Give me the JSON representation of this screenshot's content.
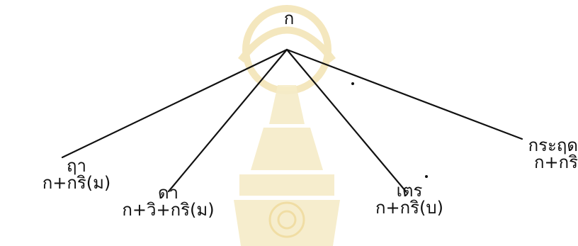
{
  "tree": {
    "root": "ก",
    "leaves": [
      {
        "word": "ฤา",
        "formula": "ก+กริ(ม)"
      },
      {
        "word": "ดา",
        "formula": "ก+วิ+กริ(ม)"
      },
      {
        "word": "เตร",
        "formula": "ก+กริ(บ)"
      },
      {
        "word": "กระฤด",
        "formula": "ก+กริ"
      }
    ]
  },
  "colors": {
    "ink": "#111111",
    "watermark": "#f3e3b3"
  },
  "watermark_icon": "university-seal-emblem"
}
